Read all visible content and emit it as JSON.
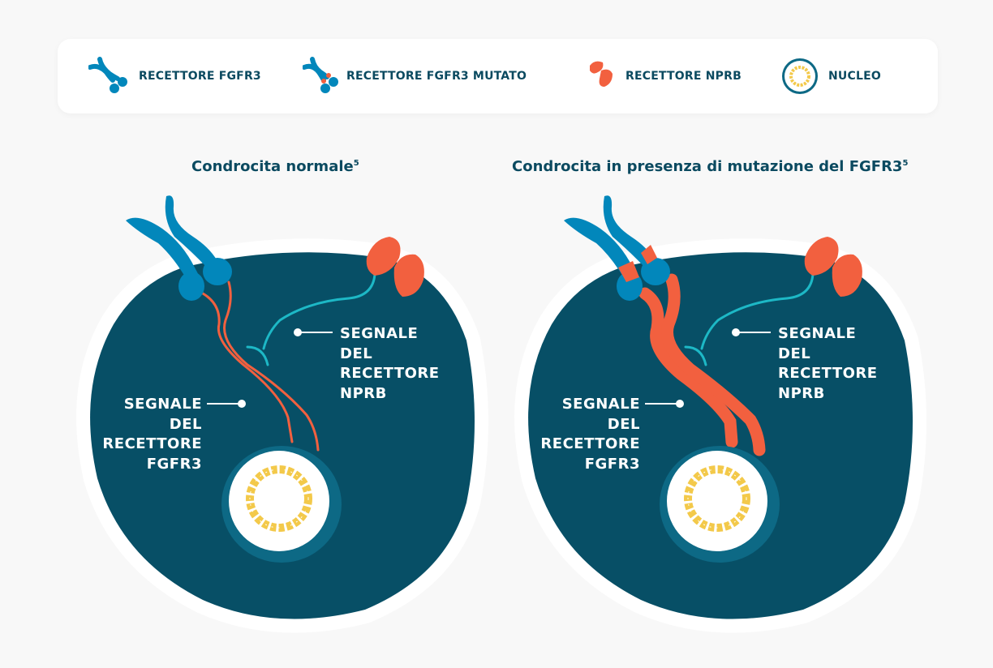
{
  "legend": [
    {
      "label": "RECETTORE FGFR3",
      "icon": "fgfr3-receptor-icon"
    },
    {
      "label": "RECETTORE FGFR3 MUTATO",
      "icon": "mutated-fgfr3-receptor-icon"
    },
    {
      "label": "RECETTORE NPRB",
      "icon": "nprb-receptor-icon"
    },
    {
      "label": "NUCLEO",
      "icon": "nucleus-icon"
    }
  ],
  "panels": [
    {
      "title": "Condrocita normale",
      "sup": "5",
      "nprb_signal": [
        "SEGNALE",
        "DEL",
        "RECETTORE",
        "NPRB"
      ],
      "fgfr3_signal": [
        "SEGNALE",
        "DEL",
        "RECETTORE",
        "FGFR3"
      ]
    },
    {
      "title": "Condrocita in presenza di mutazione del FGFR3",
      "sup": "5",
      "nprb_signal": [
        "SEGNALE",
        "DEL",
        "RECETTORE",
        "NPRB"
      ],
      "fgfr3_signal": [
        "SEGNALE",
        "DEL",
        "RECETTORE",
        "FGFR3"
      ]
    }
  ],
  "colors": {
    "cell": "#074f66",
    "fgfr3": "#0287bb",
    "mutation": "#f2603f",
    "nprb_signal": "#1db8c6",
    "nucleus_ring": "#0d6985",
    "dna": "#f3c94a"
  }
}
